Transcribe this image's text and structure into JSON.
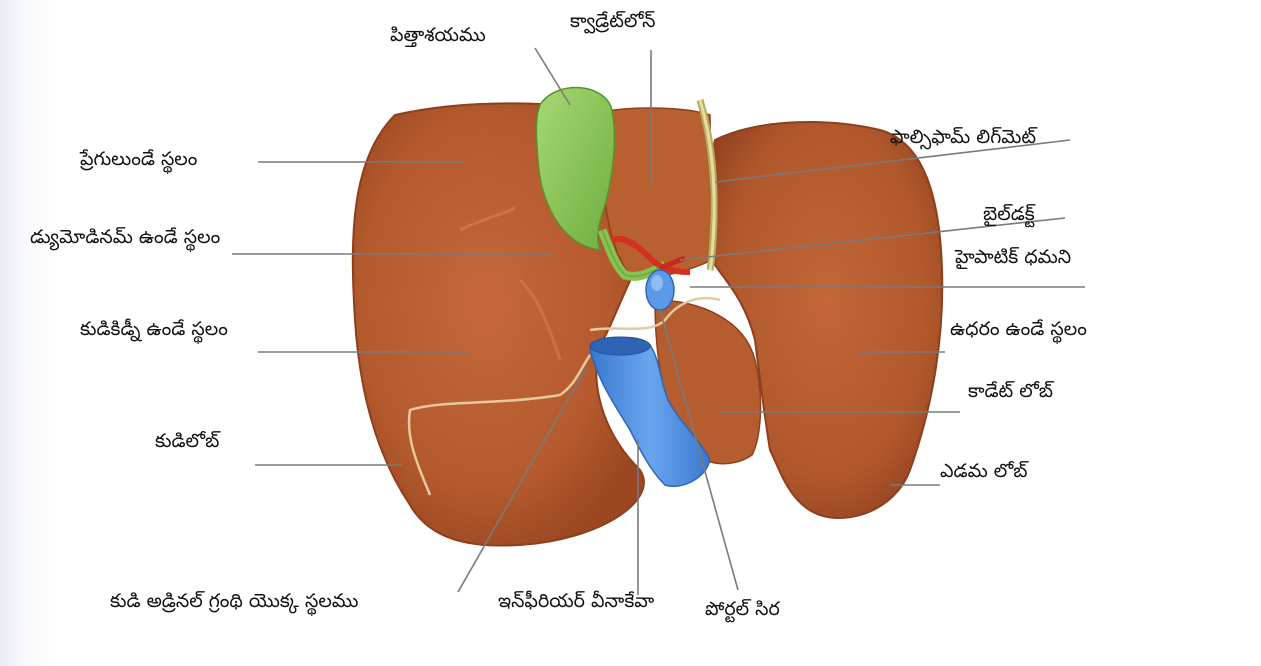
{
  "labels": {
    "gallbladder": "పిత్తాశయము",
    "quadrate_lobe": "క్వాడ్రేట్‌లోన్",
    "falciform_ligament": "ఫాల్సిఫామ్ లిగ్‌మెట్",
    "colon_area": "ప్రేగులుండే స్థలం",
    "bile_duct": "బైల్‌డక్ట్",
    "duodenum_area": "డ్యుమోడినమ్ ఉండే స్థలం",
    "hepatic_artery": "హైపాటిక్ ధమని",
    "right_kidney_area": "కుడికిడ్నీ ఉండే స్థలం",
    "stomach_area": "ఉధరం ఉండే స్థలం",
    "caudate_lobe": "కాడేట్ లోబ్",
    "right_lobe": "కుడిలోబ్",
    "left_lobe": "ఎడమ లోబ్",
    "right_adrenal_area": "కుడి అడ్రినల్ గ్రంథి యొక్క స్థలము",
    "inferior_vena_cava": "ఇన్‌ఫీరియర్ వీనాకేవా",
    "portal_vein": "పోర్టల్ సిర"
  },
  "colors": {
    "liver": "#b85a2c",
    "liver_dark": "#8e3f1c",
    "gallbladder": "#8fc85a",
    "vein_blue": "#4f8fe0",
    "artery_red": "#d43020",
    "leader_line": "#7a7a7a"
  }
}
